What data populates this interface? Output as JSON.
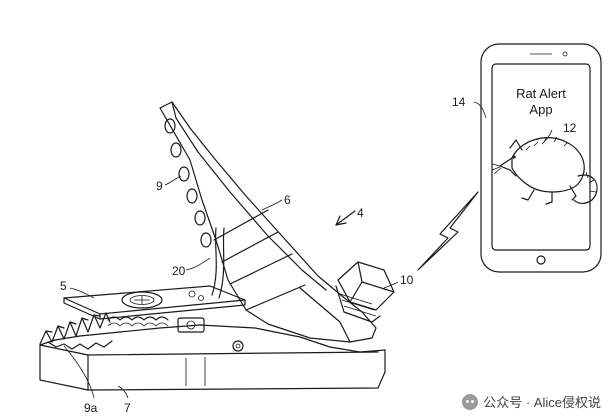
{
  "figure": {
    "labels": {
      "ref_4": "4",
      "ref_5": "5",
      "ref_6": "6",
      "ref_7": "7",
      "ref_9": "9",
      "ref_9a": "9a",
      "ref_10": "10",
      "ref_12": "12",
      "ref_14": "14",
      "ref_20": "20"
    },
    "phone": {
      "app_title_line1": "Rat Alert",
      "app_title_line2": "App"
    }
  },
  "watermark": {
    "text": "公众号 · Alice侵权说"
  }
}
